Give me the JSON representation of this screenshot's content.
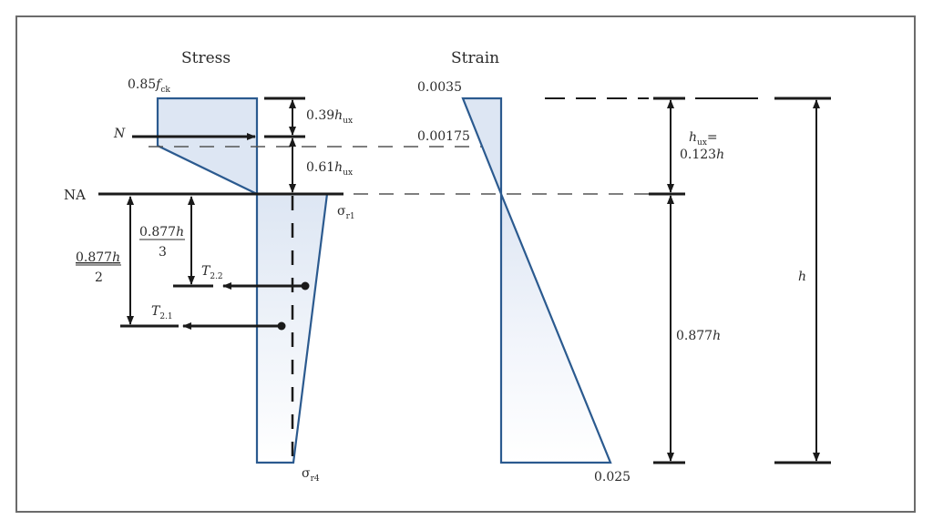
{
  "figure": {
    "stress_panel": {
      "title": "Stress",
      "peak_label": {
        "main": "0.85",
        "var": "f",
        "sub": "ck"
      },
      "compression_force": "N",
      "neutral_axis": "NA",
      "dim_top": {
        "main": "0.39",
        "var": "h",
        "sub": "ux"
      },
      "dim_mid": {
        "main": "0.61",
        "var": "h",
        "sub": "ux"
      },
      "sigma_top": {
        "sym": "σ",
        "sub": "r1"
      },
      "sigma_bottom": {
        "sym": "σ",
        "sub": "r4"
      },
      "frac_half": {
        "num_main": "0.877",
        "num_var": "h",
        "den": "2"
      },
      "frac_third": {
        "num_main": "0.877",
        "num_var": "h",
        "den": "3"
      },
      "tension_1": {
        "var": "T",
        "sub": "2.1"
      },
      "tension_2": {
        "var": "T",
        "sub": "2.2"
      }
    },
    "strain_panel": {
      "title": "Strain",
      "top_strain": "0.0035",
      "mid_strain": "0.00175",
      "bottom_strain": "0.025"
    },
    "dimensions": {
      "hux_label": {
        "var": "h",
        "sub": "ux",
        "eq": "=",
        "value_main": "0.123",
        "value_var": "h"
      },
      "lower_label": {
        "main": "0.877",
        "var": "h"
      },
      "total_label": "h"
    },
    "colors": {
      "outline": "#2b5a8f",
      "fill": "#dde6f3",
      "line": "#1a1a1a",
      "dash": "#555555",
      "frame": "#6b6b6b"
    }
  }
}
